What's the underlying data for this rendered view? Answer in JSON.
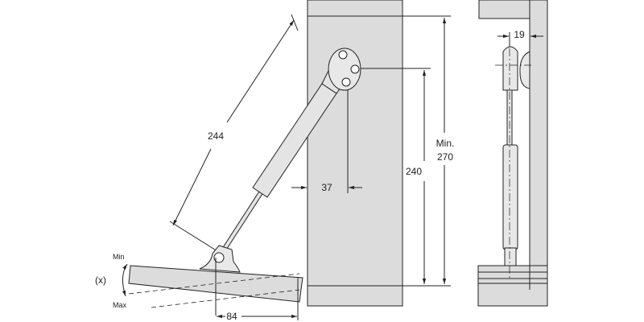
{
  "dimensions": {
    "strut_length": "244",
    "bracket_offset": "37",
    "mount_height": "240",
    "min_label": "Min.",
    "min_height": "270",
    "side_offset": "19",
    "flap_offset": "84"
  },
  "flap_angle": {
    "min_label": "Min",
    "range_label": "(x)",
    "max_label": "Max"
  },
  "colors": {
    "panel_fill": "#dcdcdc",
    "line": "#222222",
    "strut_fill": "#e4e4e4"
  }
}
